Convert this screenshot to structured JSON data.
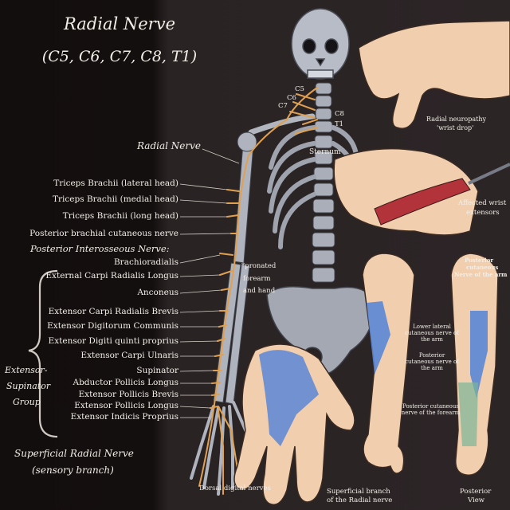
{
  "title": "Radial Nerve",
  "subtitle": "(C5, C6, C7, C8, T1)",
  "left_labels": {
    "radial_nerve": "Radial Nerve",
    "triceps_lateral": "Triceps Brachii (lateral head)",
    "triceps_medial": "Triceps Brachii (medial head)",
    "triceps_long": "Triceps Brachii (long head)",
    "posterior_brachial": "Posterior brachial cutaneous nerve",
    "pin_heading": "Posterior Interosseous Nerve:",
    "brachioradialis": "Brachioradialis",
    "ecrl": "External Carpi Radialis Longus",
    "anconeus": "Anconeus",
    "ecrb": "Extensor Carpi Radialis Brevis",
    "edc": "Extensor Digitorum Communis",
    "edqp": "Extensor Digiti quinti proprius",
    "ecu": "Extensor Carpi Ulnaris",
    "supinator": "Supinator",
    "apl": "Abductor Pollicis Longus",
    "epb": "Extensor Pollicis Brevis",
    "epl": "Extensor Pollicis Longus",
    "eip": "Extensor Indicis Proprius",
    "group_line1": "Extensor-",
    "group_line2": "Supinator",
    "group_line3": "Group",
    "superficial_line1": "Superficial Radial Nerve",
    "superficial_line2": "(sensory branch)"
  },
  "spine_labels": {
    "c5": "C5",
    "c6": "C6",
    "c7": "C7",
    "c8": "C8",
    "t1": "T1",
    "sternum": "Sternum"
  },
  "center_labels": {
    "pronated_line1": "*pronated",
    "pronated_line2": "forearm",
    "pronated_line3": "and hand",
    "dorsal_digital": "Dorsal digital nerves",
    "superficial_branch_line1": "Superficial branch",
    "superficial_branch_line2": "of the Radial nerve"
  },
  "right_labels": {
    "wrist_drop_line1": "Radial neuropathy",
    "wrist_drop_line2": "'wrist drop'",
    "affected_line1": "Affected wrist",
    "affected_line2": "extensors",
    "pcnoa_line1": "Posterior",
    "pcnoa_line2": "cutaneous",
    "pcnoa_line3": "Nerve of the arm",
    "lower_lateral": "Lower lateral cutaneous nerve of the arm",
    "post_cut_arm": "Posterior cutaneous nerve of the arm",
    "post_cut_forearm": "Posterior cutaneous nerve of the forearm",
    "posterior_view_line1": "Posterior",
    "posterior_view_line2": "View"
  },
  "colors": {
    "nerve": "#e0a050",
    "cutaneous_blue": "#5b86d6",
    "skin": "#f1cfae",
    "bone": "#b8bcc6",
    "background": "#0d0a0a"
  }
}
